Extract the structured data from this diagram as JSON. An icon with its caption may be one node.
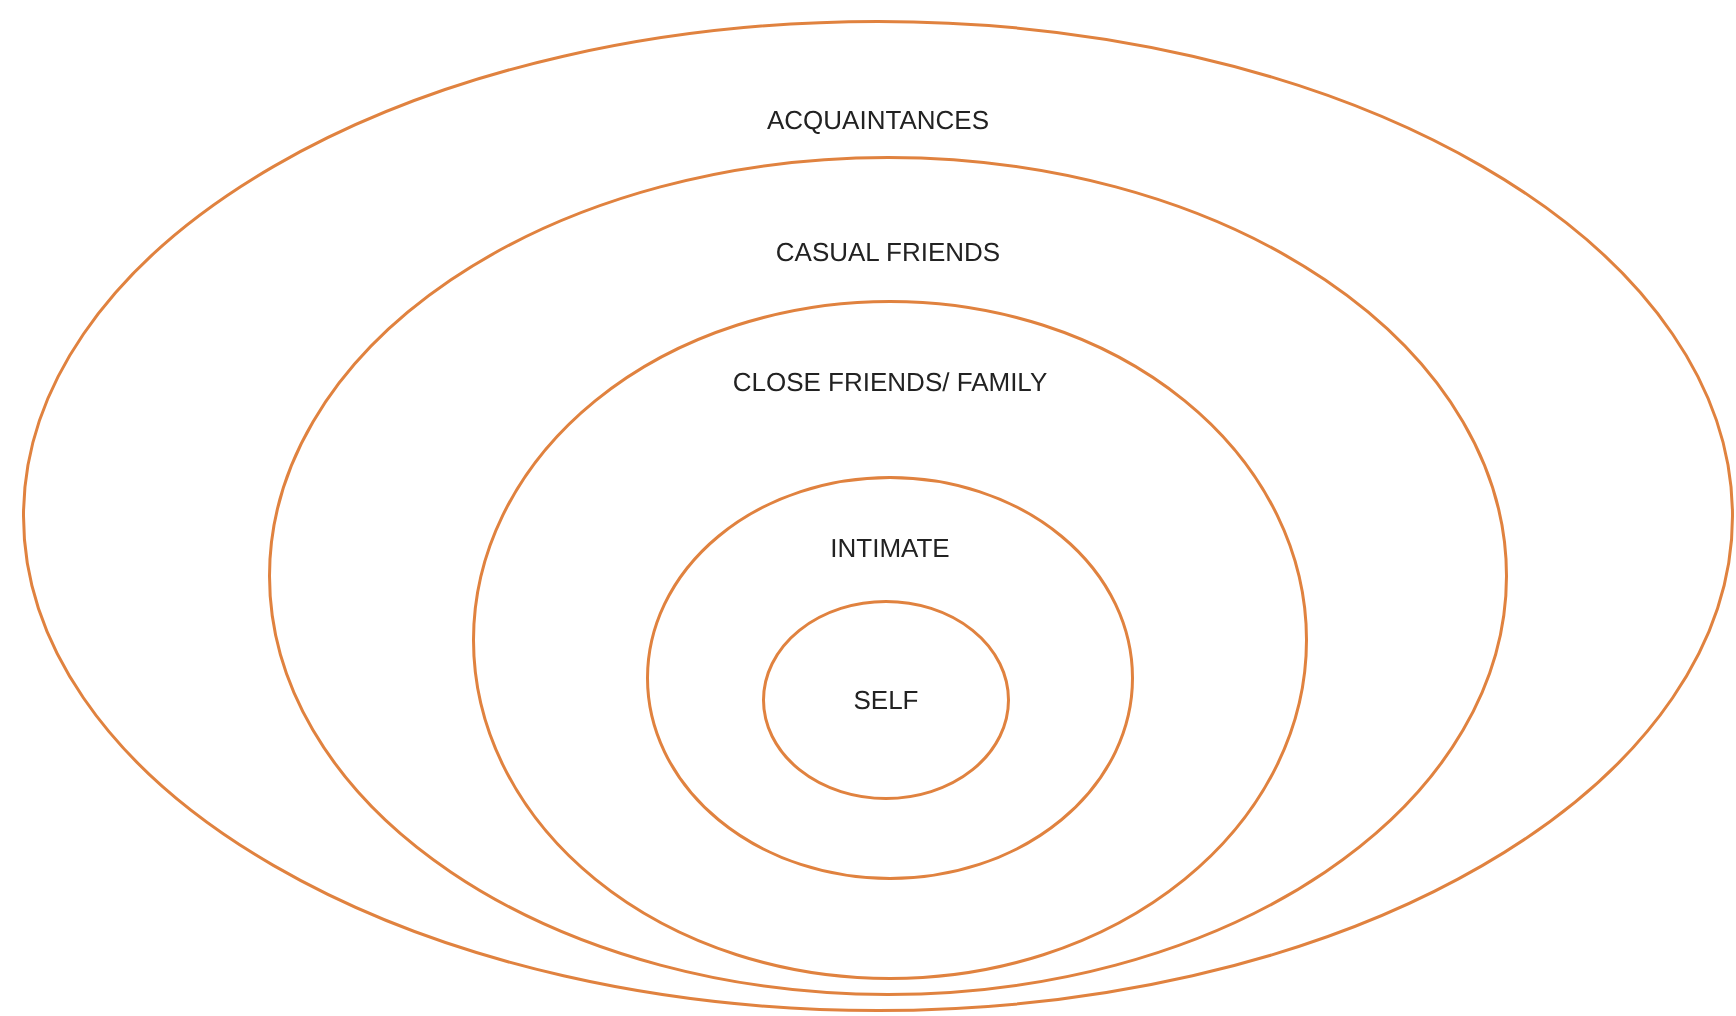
{
  "diagram": {
    "nodes": [
      {
        "text": [
          "ACQUAINTANCES"
        ]
      },
      {
        "text": [
          "CASUAL FRIENDS"
        ],
        "in": 0
      },
      {
        "text": [
          "CLOSE FRIENDS/ FAMILY"
        ],
        "in": 1
      },
      {
        "text": [
          "INTIMATE"
        ],
        "in": 2
      },
      {
        "text": [
          "SELF"
        ],
        "in": 3
      }
    ]
  }
}
